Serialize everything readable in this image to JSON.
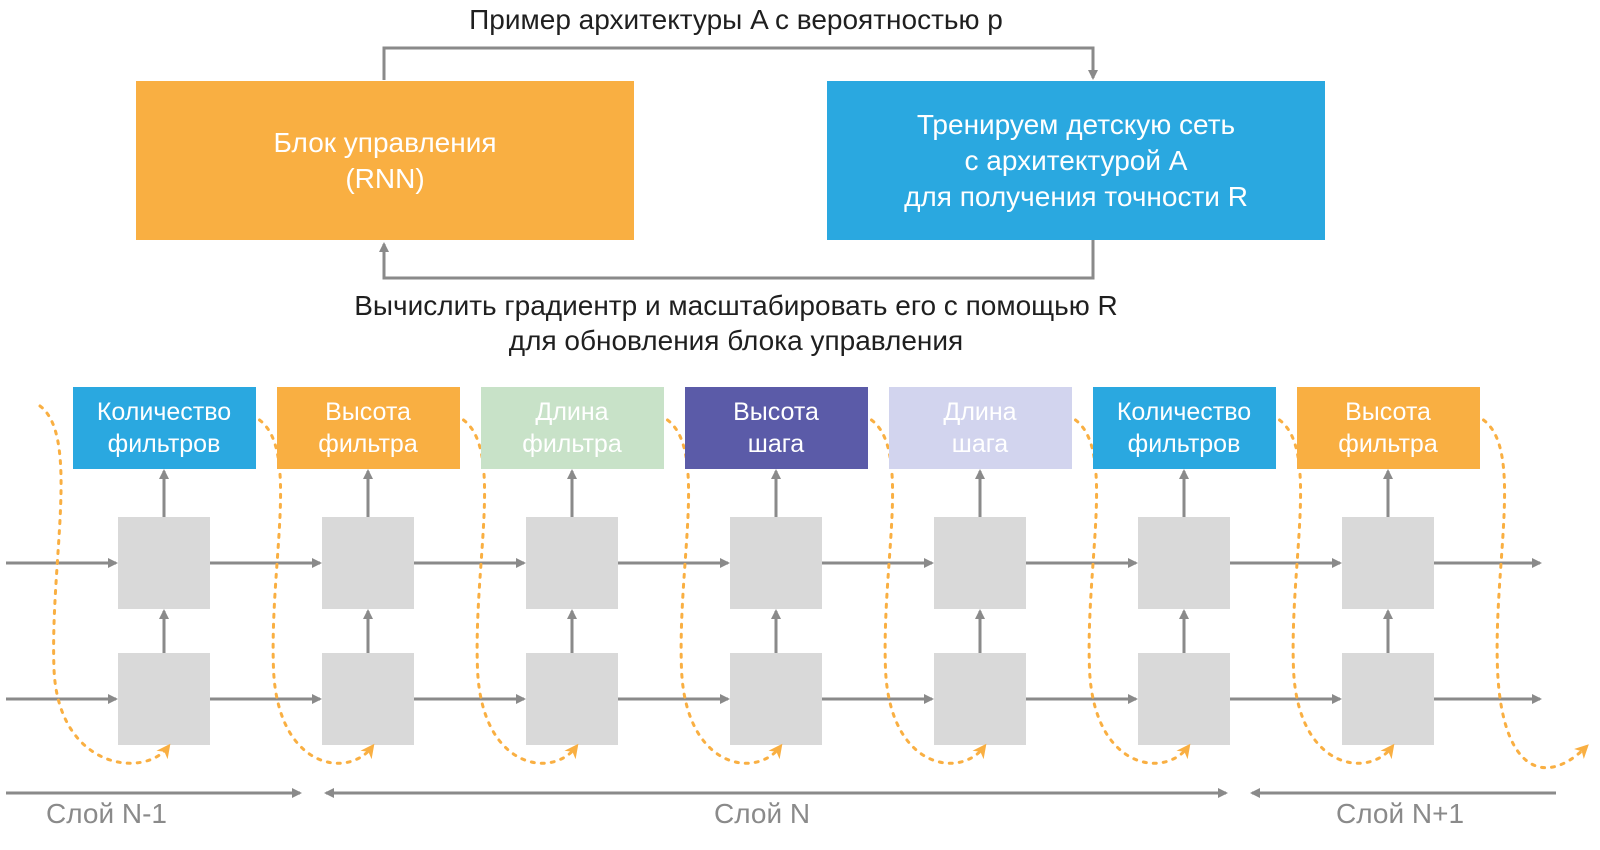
{
  "top": {
    "sample_label": "Пример архитектуры A с вероятностью p",
    "feedback_label_line1": "Вычислить градиентр и масштабировать его с помощью R",
    "feedback_label_line2": "для обновления блока управления",
    "controller": {
      "line1": "Блок управления",
      "line2": "(RNN)",
      "color": "#F9AF42"
    },
    "child": {
      "line1": "Тренируем детскую сеть",
      "line2": "с архитектурой A",
      "line3": "для получения точности R",
      "color": "#2AA8E0"
    }
  },
  "tokens": [
    {
      "line1": "Количество",
      "line2": "фильтров",
      "color": "#2AA8E0"
    },
    {
      "line1": "Высота",
      "line2": "фильтра",
      "color": "#F9AF42"
    },
    {
      "line1": "Длина",
      "line2": "фильтра",
      "color": "#C8E2C8"
    },
    {
      "line1": "Высота",
      "line2": "шага",
      "color": "#5B5BA8"
    },
    {
      "line1": "Длина",
      "line2": "шага",
      "color": "#D2D4EE"
    },
    {
      "line1": "Количество",
      "line2": "фильтров",
      "color": "#2AA8E0"
    },
    {
      "line1": "Высота",
      "line2": "фильтра",
      "color": "#F9AF42"
    }
  ],
  "layers": [
    {
      "label": "Слой N-1"
    },
    {
      "label": "Слой N"
    },
    {
      "label": "Слой N+1"
    }
  ],
  "colors": {
    "arrow": "#8a8a8a",
    "cell": "#d9d9d9",
    "dotted": "#F9AF42"
  }
}
